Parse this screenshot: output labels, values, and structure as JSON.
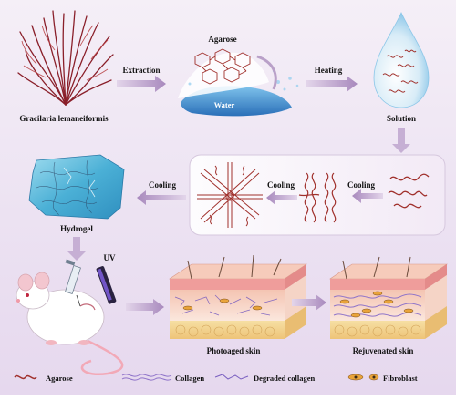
{
  "labels": {
    "plant": "Gracilaria lemaneiformis",
    "extraction": "Extraction",
    "agarose": "Agarose",
    "water": "Water",
    "heating": "Heating",
    "solution": "Solution",
    "cooling_1": "Cooling",
    "cooling_2": "Cooling",
    "cooling_3": "Cooling",
    "hydrogel": "Hydrogel",
    "uv": "UV",
    "photoaged_skin": "Photoaged skin",
    "rejuvenated_skin": "Rejuvenated skin"
  },
  "legend": {
    "agarose": "Agarose",
    "collagen": "Collagen",
    "degraded_collagen": "Degraded collagen",
    "fibroblast": "Fibroblast"
  },
  "colors": {
    "agarose": "#a0302c",
    "collagen": "#8f74c9",
    "water": "#3f8ed3",
    "hydrogel": "#55b7d6",
    "skin_top": "#f1b9a6",
    "arrow": "#b9a0c8"
  }
}
